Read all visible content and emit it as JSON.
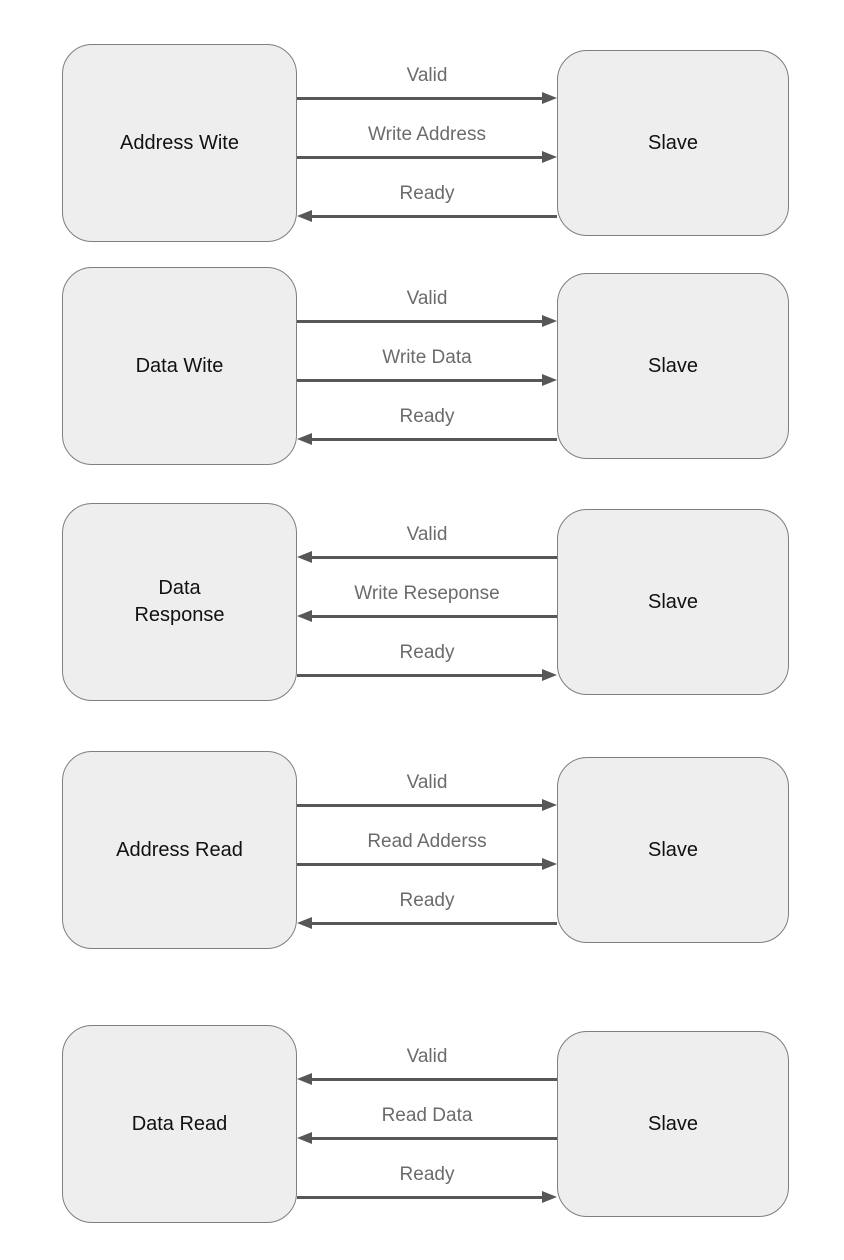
{
  "diagram": {
    "title": "AXI write/read channel handshakes",
    "colors": {
      "box_fill": "#eeeeee",
      "box_border": "#7f7f7f",
      "arrow": "#575757",
      "signal_label_text": "#6b6b6b",
      "box_text": "#111111",
      "background": "#ffffff"
    },
    "rows": [
      {
        "left_label": "Address Wite",
        "right_label": "Slave",
        "signals": [
          {
            "label": "Valid",
            "direction": "right"
          },
          {
            "label": "Write Address",
            "direction": "right"
          },
          {
            "label": "Ready",
            "direction": "left"
          }
        ]
      },
      {
        "left_label": "Data Wite",
        "right_label": "Slave",
        "signals": [
          {
            "label": "Valid",
            "direction": "right"
          },
          {
            "label": "Write Data",
            "direction": "right"
          },
          {
            "label": "Ready",
            "direction": "left"
          }
        ]
      },
      {
        "left_label": "Data\nResponse",
        "right_label": "Slave",
        "signals": [
          {
            "label": "Valid",
            "direction": "left"
          },
          {
            "label": "Write Reseponse",
            "direction": "left"
          },
          {
            "label": "Ready",
            "direction": "right"
          }
        ]
      },
      {
        "left_label": "Address Read",
        "right_label": "Slave",
        "signals": [
          {
            "label": "Valid",
            "direction": "right"
          },
          {
            "label": "Read Adderss",
            "direction": "right"
          },
          {
            "label": "Ready",
            "direction": "left"
          }
        ]
      },
      {
        "left_label": "Data Read",
        "right_label": "Slave",
        "signals": [
          {
            "label": "Valid",
            "direction": "left"
          },
          {
            "label": "Read Data",
            "direction": "left"
          },
          {
            "label": "Ready",
            "direction": "right"
          }
        ]
      }
    ]
  }
}
